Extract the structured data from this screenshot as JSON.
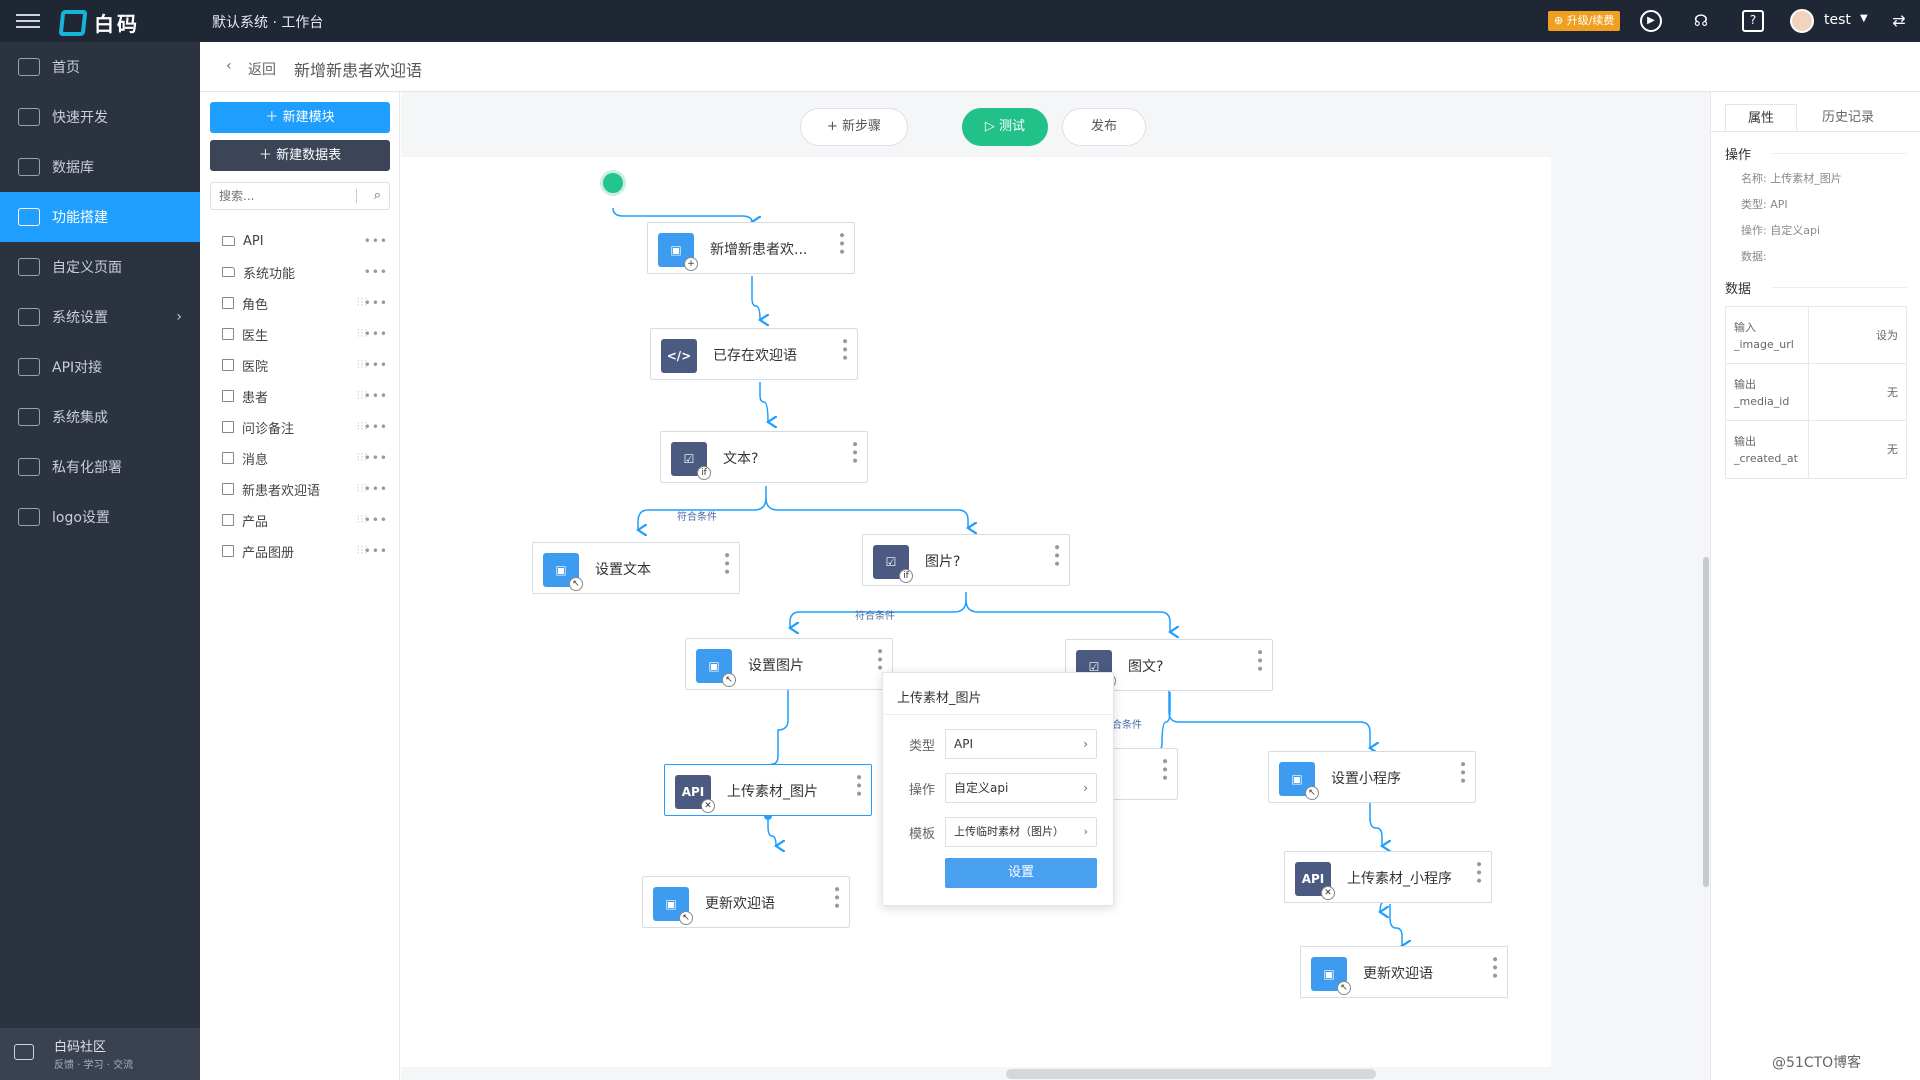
{
  "topbar": {
    "logo_text": "白码",
    "app_title": "默认系统 · 工作台",
    "upgrade_label": "升级/续费",
    "username": "test"
  },
  "sidebar": {
    "items": [
      {
        "label": "首页",
        "icon": "home-icon"
      },
      {
        "label": "快速开发",
        "icon": "cube-icon"
      },
      {
        "label": "数据库",
        "icon": "database-icon"
      },
      {
        "label": "功能搭建",
        "icon": "function-icon",
        "active": true
      },
      {
        "label": "自定义页面",
        "icon": "page-icon"
      },
      {
        "label": "系统设置",
        "icon": "settings-icon",
        "has_submenu": true
      },
      {
        "label": "API对接",
        "icon": "api-icon"
      },
      {
        "label": "系统集成",
        "icon": "layers-icon"
      },
      {
        "label": "私有化部署",
        "icon": "lock-icon"
      },
      {
        "label": "logo设置",
        "icon": "logo-icon"
      }
    ],
    "community": {
      "title": "白码社区",
      "subtitle": "反馈 · 学习 · 交流"
    }
  },
  "breadcrumb": {
    "back": "返回",
    "title": "新增新患者欢迎语"
  },
  "left_panel": {
    "new_module": "新建模块",
    "new_table": "新建数据表",
    "search_placeholder": "搜索...",
    "tree": [
      {
        "label": "API",
        "type": "folder"
      },
      {
        "label": "系统功能",
        "type": "folder"
      },
      {
        "label": "角色",
        "type": "table"
      },
      {
        "label": "医生",
        "type": "table"
      },
      {
        "label": "医院",
        "type": "table"
      },
      {
        "label": "患者",
        "type": "table"
      },
      {
        "label": "问诊备注",
        "type": "table"
      },
      {
        "label": "消息",
        "type": "table"
      },
      {
        "label": "新患者欢迎语",
        "type": "table"
      },
      {
        "label": "产品",
        "type": "table"
      },
      {
        "label": "产品图册",
        "type": "table"
      }
    ]
  },
  "toolbar": {
    "add_step": "+ 新步骤",
    "test": "▷ 测试",
    "publish": "发布"
  },
  "flow": {
    "nodes": [
      {
        "label": "新增新患者欢...",
        "icon": "cube-add-icon"
      },
      {
        "label": "已存在欢迎语",
        "icon": "code-icon"
      },
      {
        "label": "文本?",
        "icon": "condition-icon"
      },
      {
        "label": "设置文本",
        "icon": "cube-set-icon"
      },
      {
        "label": "图片?",
        "icon": "condition-icon"
      },
      {
        "label": "设置图片",
        "icon": "cube-set-icon"
      },
      {
        "label": "图文?",
        "icon": "condition-icon"
      },
      {
        "label": "上传素材_图片",
        "icon": "api-icon"
      },
      {
        "label": "设置小程序",
        "icon": "cube-set-icon"
      },
      {
        "label": "更新欢迎语",
        "icon": "cube-set-icon"
      },
      {
        "label": "上传素材_小程序",
        "icon": "api-icon"
      },
      {
        "label": "更新欢迎语",
        "icon": "cube-set-icon"
      },
      {
        "label": "",
        "icon": "partial-node"
      }
    ],
    "condition_labels": [
      "符合条件",
      "符合条件",
      "合条件"
    ]
  },
  "popover": {
    "title": "上传素材_图片",
    "rows": [
      {
        "label": "类型",
        "value": "API"
      },
      {
        "label": "操作",
        "value": "自定义api"
      },
      {
        "label": "模板",
        "value": "上传临时素材（图片）"
      }
    ],
    "button": "设置"
  },
  "right_panel": {
    "tabs": [
      "属性",
      "历史记录"
    ],
    "operation_title": "操作",
    "operation": [
      {
        "key": "名称:",
        "value": "上传素材_图片"
      },
      {
        "key": "类型:",
        "value": "API"
      },
      {
        "key": "操作:",
        "value": "自定义api"
      },
      {
        "key": "数据:",
        "value": ""
      }
    ],
    "data_title": "数据",
    "data_rows": [
      {
        "k1": "输入",
        "k2": "_image_url",
        "value": "设为"
      },
      {
        "k1": "输出",
        "k2": "_media_id",
        "value": "无"
      },
      {
        "k1": "输出",
        "k2": "_created_at",
        "value": "无"
      }
    ]
  },
  "watermark": "@51CTO博客",
  "colors": {
    "accent": "#1e9fff",
    "sidebar": "#2c3340",
    "topbar": "#1f2634",
    "success": "#23c18a",
    "flow_line": "#1e9fff"
  }
}
